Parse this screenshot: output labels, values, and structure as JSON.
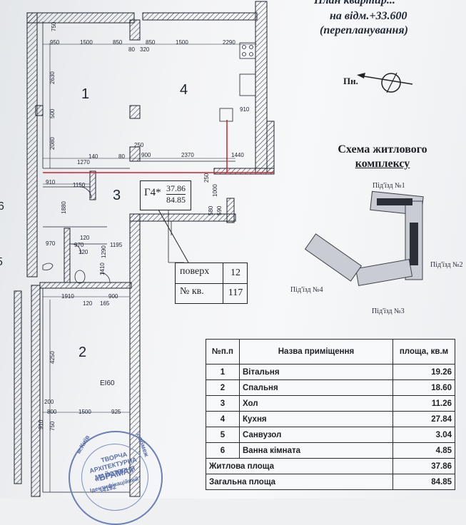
{
  "header": {
    "line1": "План квартир...",
    "line2": "на відм.+33.600",
    "line3": "(перепланування)"
  },
  "north": {
    "label": "Пн."
  },
  "scheme": {
    "title_line1": "Схема житлового",
    "title_line2": "комплексу",
    "entrance1": "Під'їзд №1",
    "entrance2": "Під'їзд №2",
    "entrance3": "Під'їзд №3",
    "entrance4": "Під'їзд №4"
  },
  "plan": {
    "room_numbers": [
      "1",
      "4",
      "3",
      "2"
    ],
    "side_labels": [
      "6",
      "5"
    ],
    "dims": {
      "d750": "750",
      "d950": "950",
      "d1500a": "1500",
      "d850a": "850",
      "d80a": "80",
      "d850b": "850",
      "d320": "320",
      "d1500b": "1500",
      "d2290": "2290",
      "d2630": "2630",
      "d500": "500",
      "d2080": "2080",
      "d910a": "910",
      "d140": "140",
      "d1270": "1270",
      "d80b": "80",
      "d250a": "250",
      "d900a": "900",
      "d2370": "2370",
      "d1440": "1440",
      "d250b": "250",
      "d1000": "1000",
      "d910b": "910",
      "d1150": "1150",
      "d1880": "1880",
      "d580": "580",
      "d590": "590",
      "d970a": "970",
      "d120a": "120",
      "d970b": "970",
      "d1195": "1195",
      "d120b": "120",
      "d1290": "1290",
      "d1410": "1410",
      "d1910": "1910",
      "d900b": "900",
      "d120c": "120",
      "d165": "165",
      "d4250": "4250",
      "d200": "200",
      "d800": "800",
      "d1500c": "1500",
      "d925": "925",
      "d750b": "750",
      "d910c": "910"
    },
    "door_mark": "ЕІ60"
  },
  "apartment": {
    "code": "Г4*",
    "living_area": "37.86",
    "total_area": "84.85",
    "floor_label": "поверх",
    "floor_value": "12",
    "apt_label": "№ кв.",
    "apt_value": "117"
  },
  "table": {
    "headers": {
      "no": "№п.п",
      "name": "Назва приміщення",
      "area": "площа, кв.м"
    },
    "rows": [
      {
        "no": "1",
        "name": "Вітальня",
        "area": "19.26"
      },
      {
        "no": "2",
        "name": "Спальня",
        "area": "18.60"
      },
      {
        "no": "3",
        "name": "Хол",
        "area": "11.26"
      },
      {
        "no": "4",
        "name": "Кухня",
        "area": "27.84"
      },
      {
        "no": "5",
        "name": "Санвузол",
        "area": "3.04"
      },
      {
        "no": "6",
        "name": "Ванна кімната",
        "area": "4.85"
      }
    ],
    "living": {
      "label": "Житлова площа",
      "value": "37.86"
    },
    "total": {
      "label": "Загальна площа",
      "value": "84.85"
    }
  },
  "stamp": {
    "line1": "ТВОРЧА",
    "line2": "АРХІТЕКТУРНА МАЙСТЕРНЯ",
    "line3": "«БРАМА»",
    "line4": "Ідентифікаційний",
    "rim_left": "м.Київ",
    "rim_right": "з обмеж",
    "rim_bottom": "34192"
  },
  "colors": {
    "accent_red": "#d0202c",
    "ink": "#1c1f24",
    "stamp_blue": "#5a6fa8"
  }
}
